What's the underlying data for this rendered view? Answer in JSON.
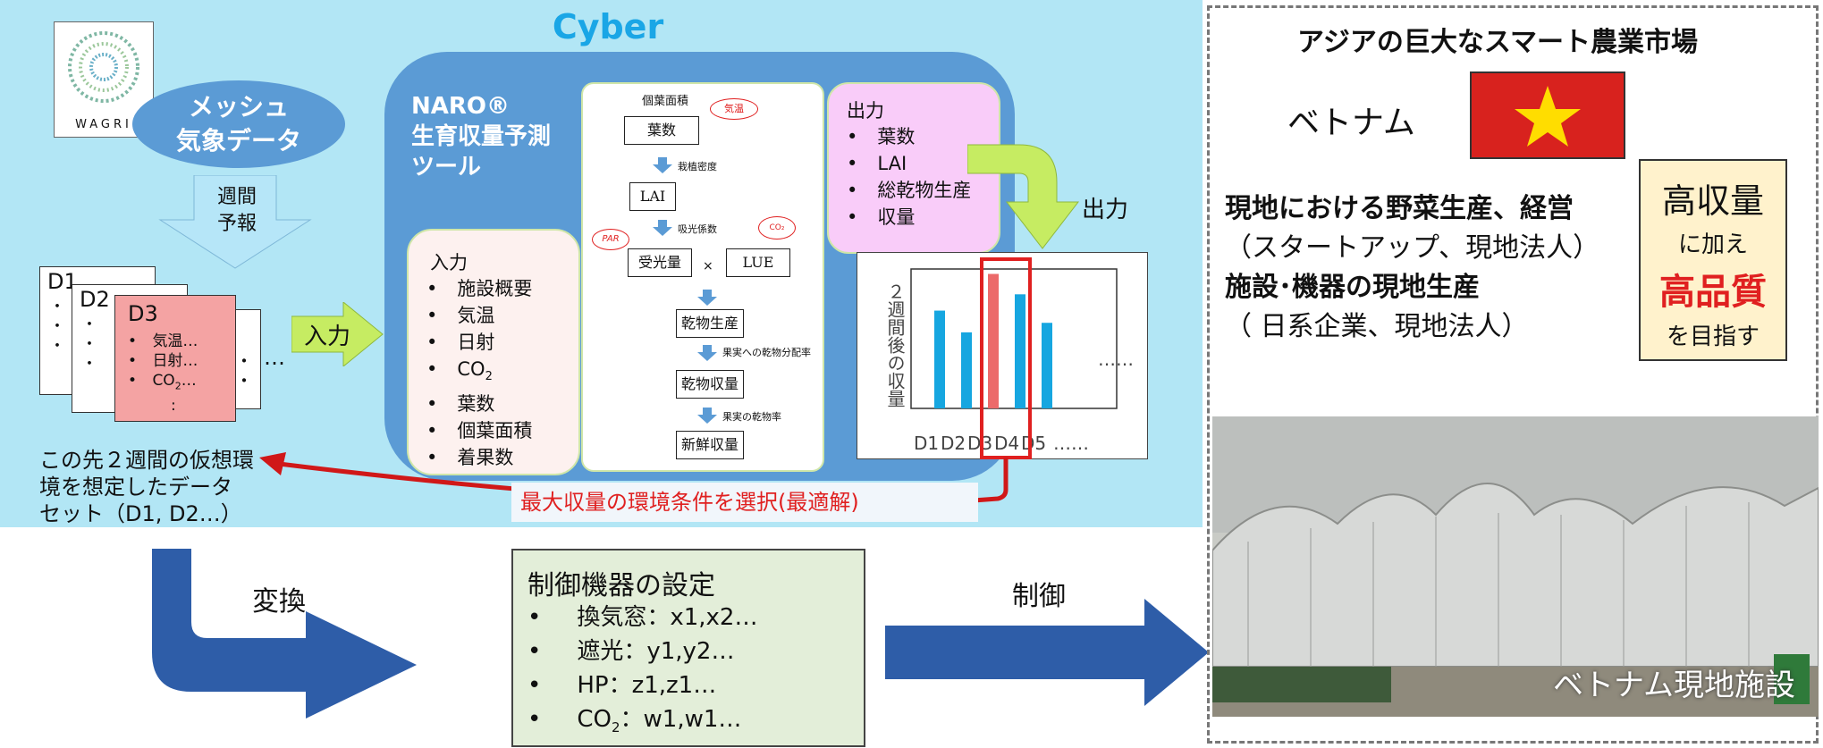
{
  "cyber": {
    "title": "Cyber"
  },
  "wagri": {
    "label": "WAGRI"
  },
  "mesh": {
    "line1": "メッシュ",
    "line2": "気象データ"
  },
  "forecast_arrow": {
    "line1": "週間",
    "line2": "予報"
  },
  "datasets": {
    "d1": "D1",
    "d2": "D2",
    "d3": "D3",
    "d3_items": [
      "気温…",
      "日射…",
      "CO",
      "2",
      "…",
      ":"
    ],
    "ellipsis_right": "…",
    "dots": "・",
    "caption": [
      "この先２週間の仮想環",
      "境を想定したデータ",
      "セット（D1, D2…）"
    ]
  },
  "input_arrow": {
    "label": "入力"
  },
  "naro": {
    "title": [
      "NARO®",
      "生育収量予測",
      "ツール"
    ]
  },
  "input_box": {
    "heading": "入力",
    "items": [
      "施設概要",
      "気温",
      "日射",
      "CO",
      "2",
      "葉数",
      "個葉面積",
      "着果数"
    ]
  },
  "flow": {
    "leaf_area": "個葉面積",
    "temp_tag": "気温",
    "leaf_count": "葉数",
    "density": "栽植密度",
    "lai": "LAI",
    "extinction": "吸光係数",
    "par": "PAR",
    "co2": "CO₂",
    "light": "受光量",
    "times": "×",
    "lue": "LUE",
    "dm_prod": "乾物生産",
    "partition": "果実への乾物分配率",
    "dm_yield": "乾物収量",
    "dm_ratio": "果実の乾物率",
    "fresh_yield": "新鮮収量"
  },
  "output_box": {
    "heading": "出力",
    "items": [
      "葉数",
      "LAI",
      "総乾物生産",
      "収量"
    ]
  },
  "output_arrow": {
    "label": "出力"
  },
  "chart_data": {
    "type": "bar",
    "categories": [
      "D1",
      "D2",
      "D3",
      "D4",
      "D5"
    ],
    "extra_tick": "……",
    "values": [
      0.72,
      0.56,
      0.99,
      0.84,
      0.63
    ],
    "highlight_index": 2,
    "ylabel": "２週間後の収量",
    "ellipsis": "……",
    "bar_color": "#16a6e0",
    "highlight_color": "#ec6a6a"
  },
  "recommend": {
    "label": "最大収量の環境条件を選択(最適解)"
  },
  "convert": {
    "label": "変換"
  },
  "control_box": {
    "title": "制御機器の設定",
    "items": [
      "換気窓：x1,x2…",
      "遮光：y1,y2…",
      "HP：z1,z1…",
      "CO",
      "2",
      "：w1,w1…"
    ]
  },
  "control_arrow": {
    "label": "制御"
  },
  "asia": {
    "title": "アジアの巨大なスマート農業市場",
    "country": "ベトナム",
    "line1": "現地における野菜生産、経営",
    "line2": "（スタートアップ、現地法人）",
    "line3": "施設･機器の現地生産",
    "line4": "（ 日系企業、現地法人）"
  },
  "goal": {
    "l1": "高収量",
    "l2": "に加え",
    "l3": "高品質",
    "l4": "を目指す"
  },
  "photo": {
    "caption": "ベトナム現地施設"
  },
  "colors": {
    "cyber_bg": "#b2e6f5",
    "accent_red": "#e02020",
    "naro_blue": "#5b9bd5",
    "arrow_green": "#c6ec62",
    "dark_arrow": "#2e5da8"
  }
}
